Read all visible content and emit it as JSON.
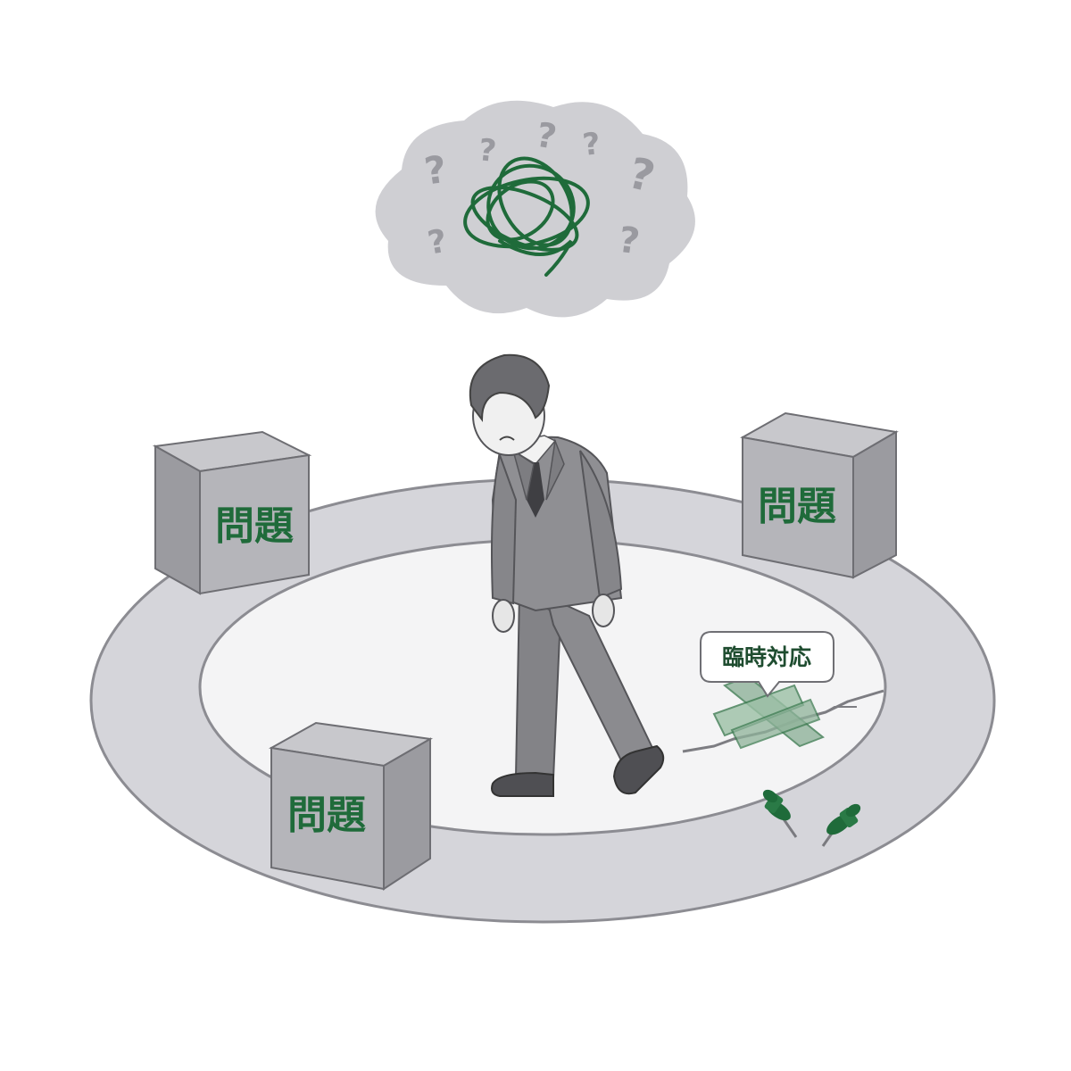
{
  "boxes": {
    "left_label": "問題",
    "right_label": "問題",
    "front_label": "問題"
  },
  "speech_bubble": {
    "text": "臨時対応"
  },
  "thought_cloud": {
    "question_marks": [
      "?",
      "?",
      "?",
      "?",
      "?",
      "?",
      "?"
    ]
  },
  "icons": [
    "thought-cloud-icon",
    "tangled-thread-icon",
    "question-mark-icon",
    "pushpin-icon",
    "crossed-tape-patch-icon",
    "floor-crack-icon"
  ],
  "colors": {
    "accent_green": "#1f6b3a",
    "track_gray": "#d3d3d8",
    "box_gray": "#b3b3b8",
    "suit_gray": "#8f8f93",
    "cloud_gray": "#cfcfd3"
  }
}
